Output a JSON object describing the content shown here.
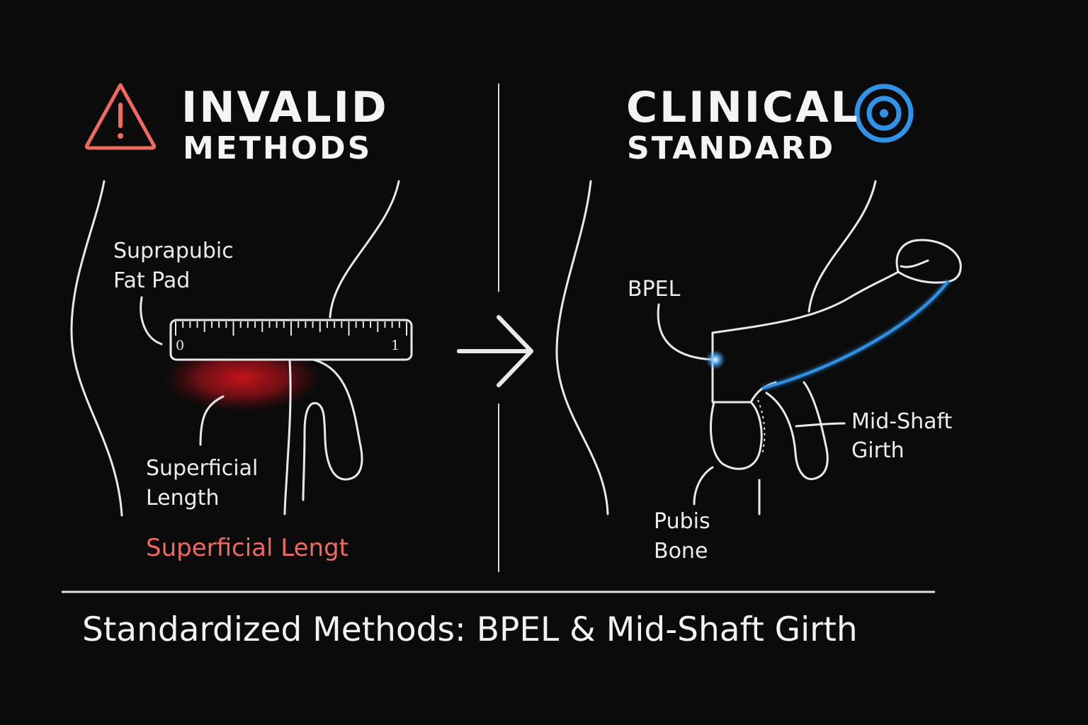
{
  "left_panel": {
    "heading_line1": "INVALID",
    "heading_line2": "METHODS",
    "heading_icon": "warning-triangle-icon",
    "labels": {
      "fat_pad_line1": "Suprapubic",
      "fat_pad_line2": "Fat Pad",
      "superficial_line1": "Superficial",
      "superficial_line2": "Length",
      "superficial_red": "Superficial Lengt"
    },
    "ruler": {
      "start_mark": "0",
      "end_mark": "1"
    }
  },
  "right_panel": {
    "heading_line1": "CLINICAL",
    "heading_line2": "STANDARD",
    "heading_icon": "target-icon",
    "labels": {
      "bpel": "BPEL",
      "girth_line1": "Mid-Shaft",
      "girth_line2": "Girth",
      "pubis_line1": "Pubis",
      "pubis_line2": "Bone"
    }
  },
  "transition_icon": "right-arrow-icon",
  "footer": "Standardized Methods: BPEL & Mid-Shaft Girth",
  "colors": {
    "background": "#0b0b0b",
    "line": "#e9e9e9",
    "warning": "#f06a5f",
    "highlight_blue": "#2f93e8",
    "glow_red": "#c0141a"
  }
}
